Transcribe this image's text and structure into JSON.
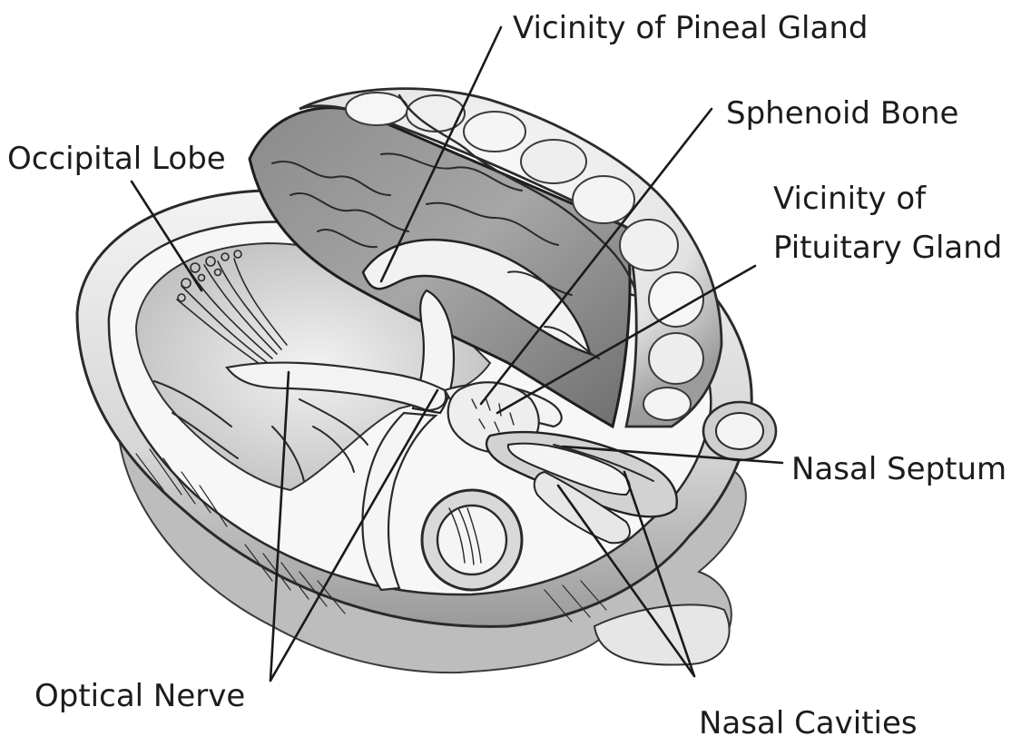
{
  "labels": {
    "pineal": "Vicinity of Pineal Gland",
    "sphenoid": "Sphenoid Bone",
    "occipital": "Occipital Lobe",
    "pituitary_line1": "Vicinity of",
    "pituitary_line2": "Pituitary Gland",
    "septum": "Nasal Septum",
    "optical": "Optical Nerve",
    "cavities": "Nasal Cavities"
  }
}
